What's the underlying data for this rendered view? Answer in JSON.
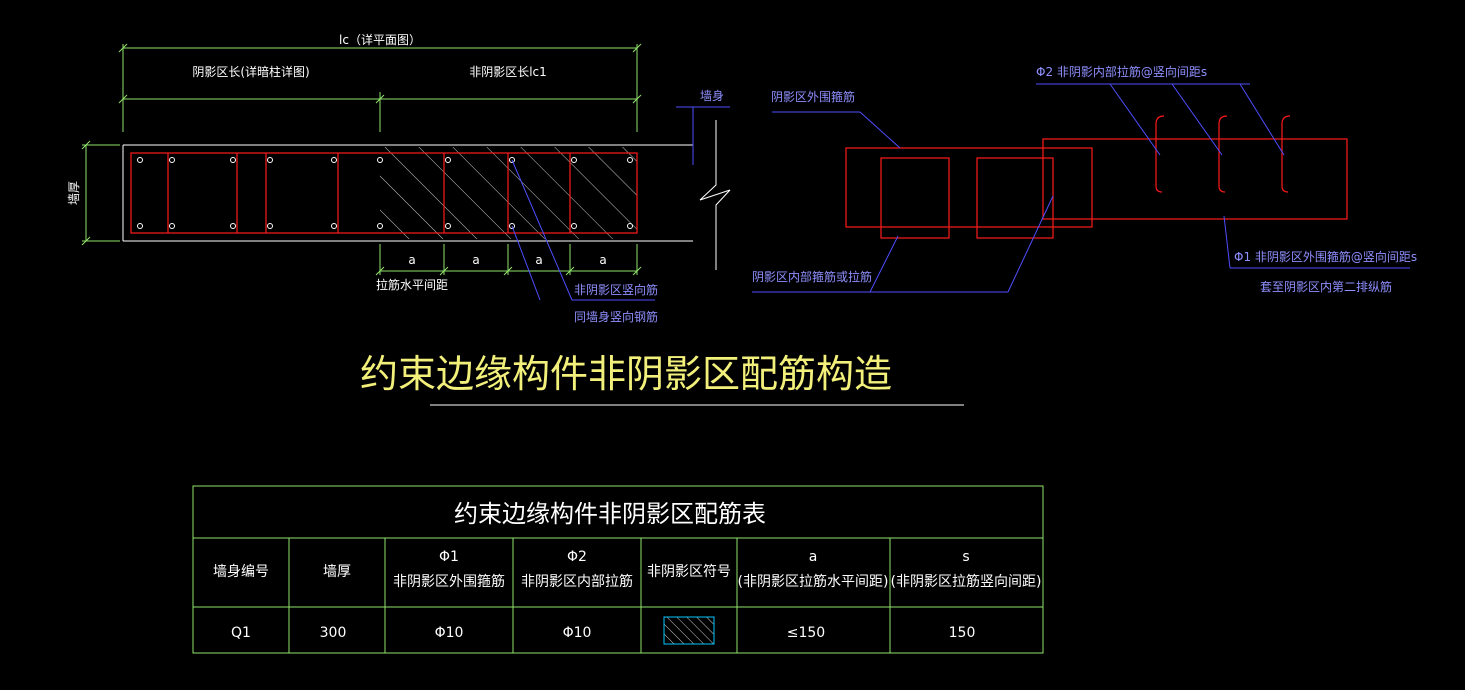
{
  "drawing": {
    "dim_total": "lc（详平面图）",
    "dim_shadow_len": "阴影区长(详暗柱详图)",
    "dim_nonshadow_len": "非阴影区长lc1",
    "wall_thickness": "墙厚",
    "wall_body": "墙身",
    "dim_a": "a",
    "tie_spacing": "拉筋水平间距",
    "nonshadow_vertical_bars": "非阴影区竖向筋",
    "same_as_wall_bars": "同墙身竖向钢筋",
    "shadow_outer_hoop": "阴影区外围箍筋",
    "phi2_label": "Φ2 非阴影内部拉筋@竖向间距s",
    "shadow_inner_ties": "阴影区内部箍筋或拉筋",
    "phi1_label": "Φ1 非阴影区外围箍筋@竖向间距s",
    "second_row": "套至阴影区内第二排纵筋"
  },
  "title": "约束边缘构件非阴影区配筋构造",
  "table": {
    "title": "约束边缘构件非阴影区配筋表",
    "headers": [
      {
        "line1": "墙身编号",
        "line2": ""
      },
      {
        "line1": "墙厚",
        "line2": ""
      },
      {
        "line1": "Φ1",
        "line2": "非阴影区外围箍筋"
      },
      {
        "line1": "Φ2",
        "line2": "非阴影区内部拉筋"
      },
      {
        "line1": "非阴影区符号",
        "line2": ""
      },
      {
        "line1": "a",
        "line2": "(非阴影区拉筋水平间距)"
      },
      {
        "line1": "s",
        "line2": "(非阴影区拉筋竖向间距)"
      }
    ],
    "row": {
      "wall_id": "Q1",
      "thickness": "300",
      "phi1": "Φ10",
      "phi2": "Φ10",
      "a": "≤150",
      "s": "150"
    }
  },
  "colors": {
    "background": "#000000",
    "dimension": "#8fe36a",
    "rebar": "#ff1a1a",
    "leader": "#4e4eff",
    "title": "#f2f07a",
    "swatch": "#00c8ff"
  }
}
